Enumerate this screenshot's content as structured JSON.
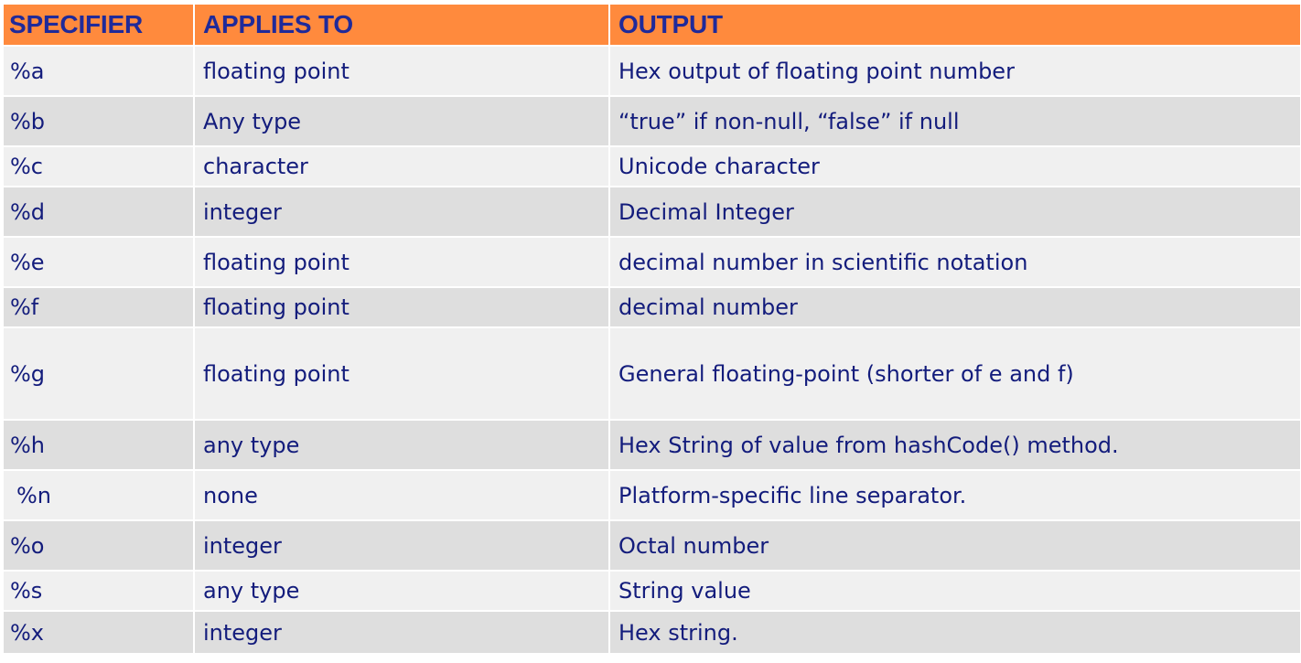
{
  "table": {
    "headers": [
      "SPECIFIER",
      "APPLIES TO",
      "OUTPUT"
    ],
    "rows": [
      [
        "%a",
        "floating point",
        "Hex output of floating point number"
      ],
      [
        "%b",
        "Any type",
        "“true” if non-null, “false” if null"
      ],
      [
        "%c",
        "character",
        "Unicode character"
      ],
      [
        "%d",
        "integer",
        "Decimal Integer"
      ],
      [
        "%e",
        "floating point",
        "decimal number in scientific notation"
      ],
      [
        "%f",
        "floating point",
        "decimal number"
      ],
      [
        "%g",
        "floating point",
        "General floating-point (shorter of e and f)"
      ],
      [
        "%h",
        "any type",
        "Hex String of value from hashCode() method."
      ],
      [
        "%n",
        "none",
        "Platform-specific line separator."
      ],
      [
        "%o",
        "integer",
        "Octal number"
      ],
      [
        "%s",
        "any type",
        "String value"
      ],
      [
        "%x",
        "integer",
        "Hex string."
      ]
    ]
  },
  "colors": {
    "header_bg": "#ff8a3d",
    "header_text": "#1f2a9a",
    "body_text": "#131c7c",
    "row_light": "#f0f0f0",
    "row_dark": "#dedede"
  }
}
